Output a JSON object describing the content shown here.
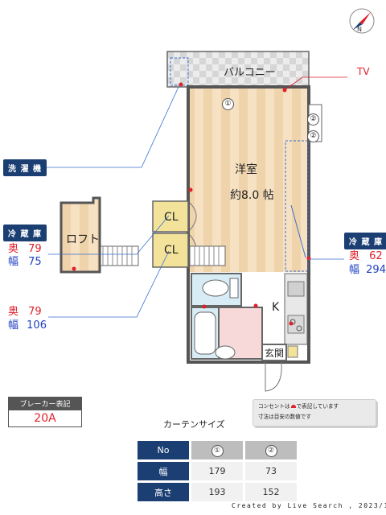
{
  "rooms": {
    "balcony": "バルコニー",
    "western_room": "洋室",
    "western_room_size": "約8.0 帖",
    "loft": "ロフト",
    "closet_1": "CL",
    "closet_2": "CL",
    "kitchen": "K",
    "entrance": "玄関"
  },
  "labels": {
    "tv": "TV",
    "washer": "洗 濯 機",
    "fridge_left": "冷 蔵 庫",
    "fridge_right": "冷 蔵 庫"
  },
  "dims": {
    "fridge_left": {
      "depth_label": "奥",
      "depth": "79",
      "width_label": "幅",
      "width": "75"
    },
    "lower": {
      "depth_label": "奥",
      "depth": "79",
      "width_label": "幅",
      "width": "106"
    },
    "fridge_right": {
      "depth_label": "奥",
      "depth": "62",
      "width_label": "幅",
      "width": "294"
    }
  },
  "breaker": {
    "label": "ブレーカー表記",
    "value": "20A"
  },
  "note": {
    "line1_pre": "コンセントは",
    "line1_post": "で表記しています",
    "line2": "寸法は目安の数値です"
  },
  "curtain": {
    "title": "カーテンサイズ",
    "headers": [
      "No",
      "①",
      "②"
    ],
    "rows": [
      {
        "label": "幅",
        "values": [
          "179",
          "73"
        ]
      },
      {
        "label": "高さ",
        "values": [
          "193",
          "152"
        ]
      }
    ]
  },
  "window_markers": [
    "①",
    "②",
    "②"
  ],
  "footer": "Created by Live Search , 2023/1",
  "colors": {
    "accent": "#1c3f73",
    "outlet": "#e0202a",
    "wood": "#f4dcb8",
    "closet": "#f3e39a",
    "bath": "#d8ecf5",
    "kitchen": "#e8e8e8"
  },
  "icons": [
    "compass-icon"
  ]
}
